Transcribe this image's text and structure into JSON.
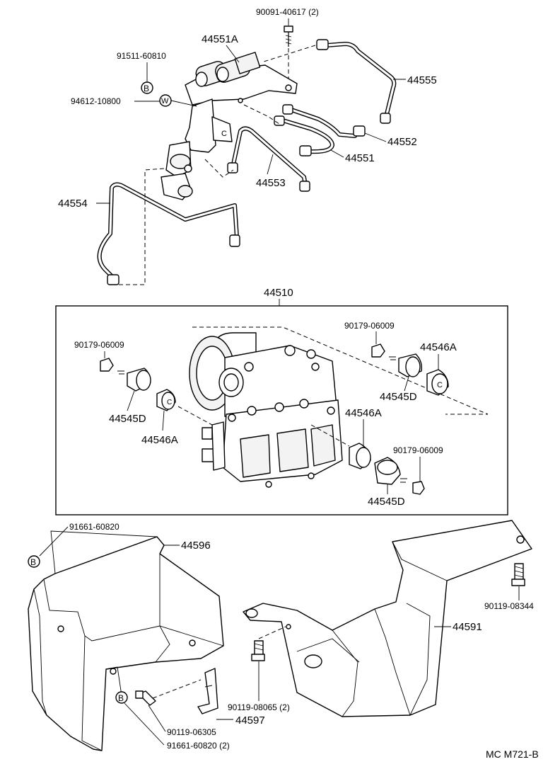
{
  "diagram": {
    "code": "MC M721-B",
    "labels": {
      "p90091": "90091-40617 (2)",
      "p44551A": "44551A",
      "p91511": "91511-60810",
      "p94612": "94612-10800",
      "p44555": "44555",
      "p44552": "44552",
      "p44551": "44551",
      "p44553": "44553",
      "p44554": "44554",
      "p44510": "44510",
      "p90179_left": "90179-06009",
      "p90179_top": "90179-06009",
      "p90179_right": "90179-06009",
      "p44545D_left": "44545D",
      "p44546A_left": "44546A",
      "p44546A_topright": "44546A",
      "p44545D_topright": "44545D",
      "p44546A_mid": "44546A",
      "p44545D_bottom": "44545D",
      "p91661_top": "91661-60820",
      "p44596": "44596",
      "p44591": "44591",
      "p90119_08344": "90119-08344",
      "p90119_08065": "90119-08065 (2)",
      "p44597": "44597",
      "p90119_06305": "90119-06305",
      "p91661_bottom": "91661-60820 (2)"
    },
    "markers": {
      "b": "B",
      "w": "W",
      "c": "C"
    }
  }
}
